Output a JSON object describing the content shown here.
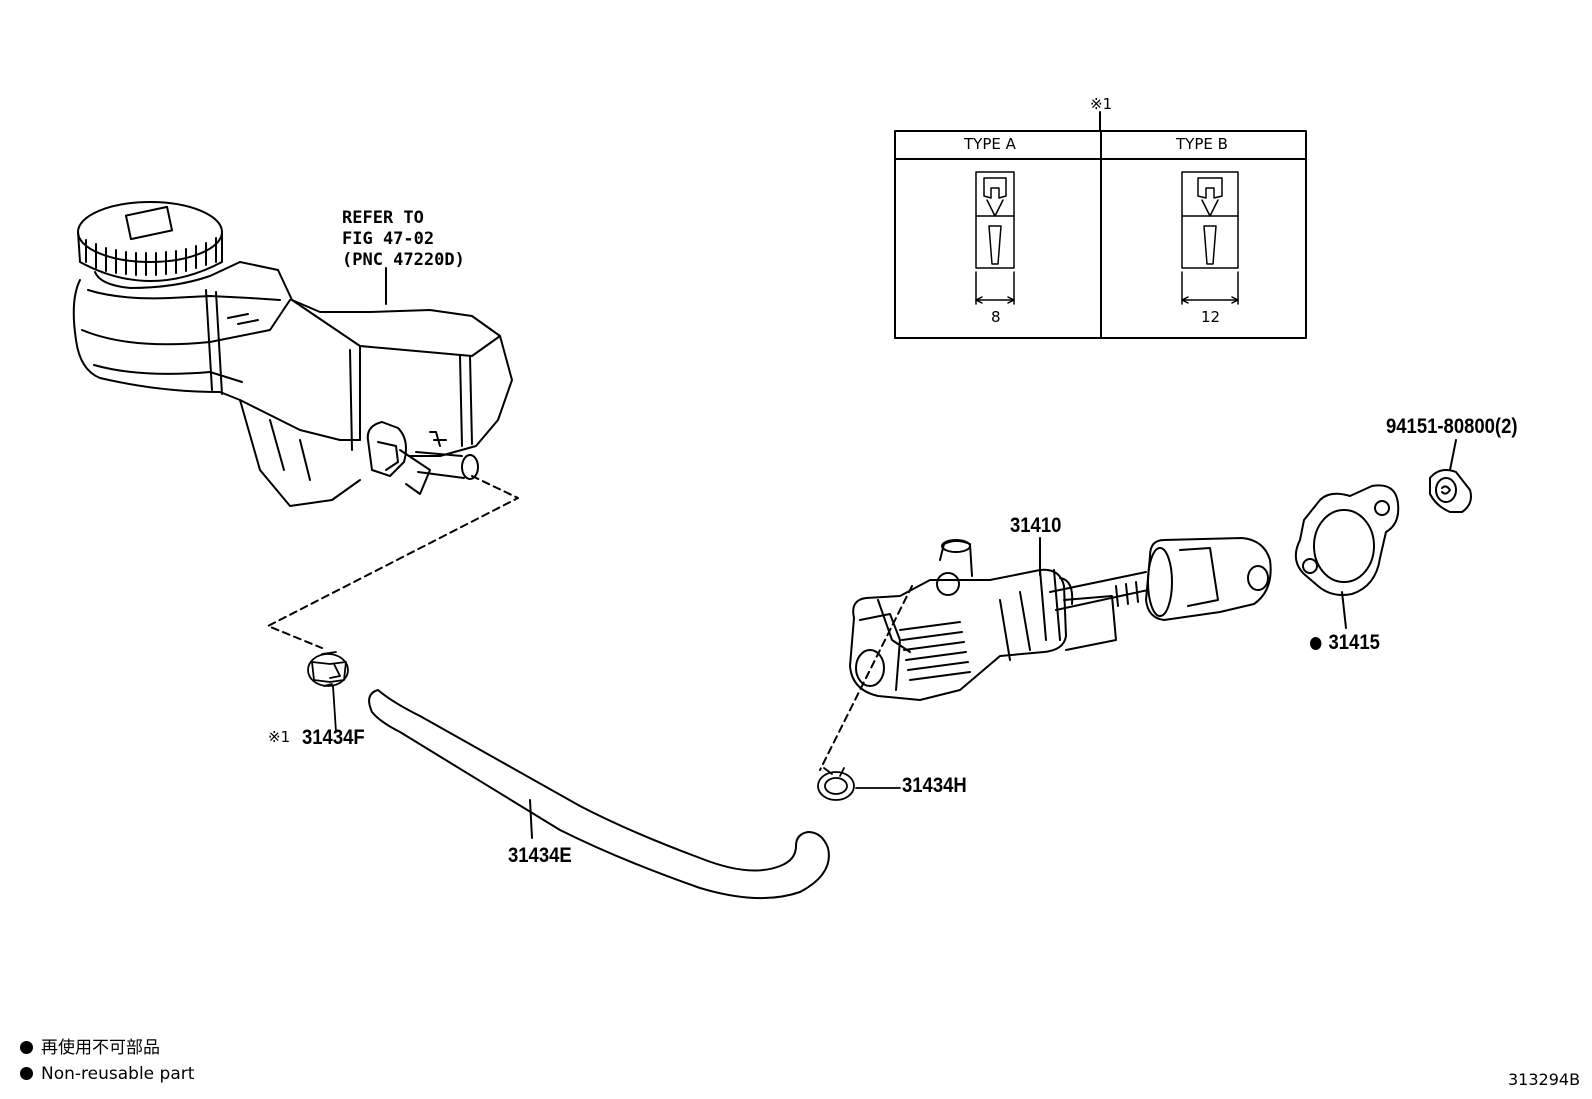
{
  "callout_note": {
    "line1": "REFER TO",
    "line2": "FIG 47-02",
    "line3": "(PNC 47220D)"
  },
  "type_table": {
    "marker": "※1",
    "headers": [
      "TYPE A",
      "TYPE B"
    ],
    "dimensions": [
      "8",
      "12"
    ]
  },
  "parts": {
    "p94151": "94151-80800(2)",
    "p31410": "31410",
    "p31415": "31415",
    "p31434F_marker": "※1",
    "p31434F": "31434F",
    "p31434H": "31434H",
    "p31434E": "31434E"
  },
  "legend": {
    "jp": "再使用不可部品",
    "en": "Non-reusable part"
  },
  "figure_id": "313294B",
  "colors": {
    "ink": "#000000",
    "paper": "#ffffff"
  }
}
